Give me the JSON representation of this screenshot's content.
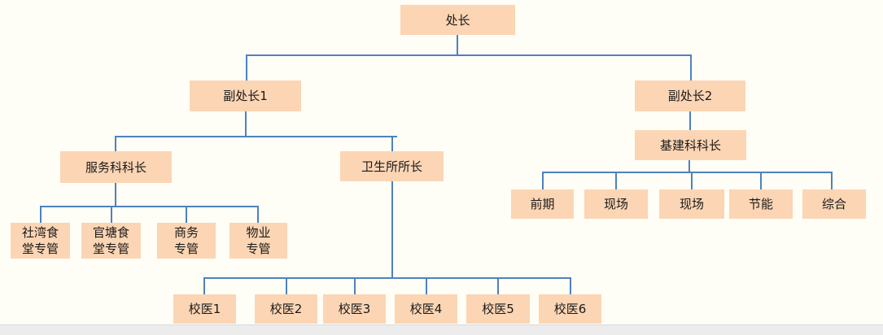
{
  "window": {
    "background_color": "#FFFEF6",
    "bottom_bar_color": "#ECECEC"
  },
  "colors": {
    "node_fill": "#FCD5B4",
    "connector_line": "#4F81BD",
    "text": "#1A1A1A"
  },
  "org_chart": {
    "type": "org-hierarchy",
    "nodes": {
      "director": {
        "label": "处长",
        "parent": null
      },
      "deputy-1": {
        "label": "副处长1",
        "parent": "director"
      },
      "deputy-2": {
        "label": "副处长2",
        "parent": "director"
      },
      "service-section-chief": {
        "label": "服务科科长",
        "parent": "deputy-1"
      },
      "health-clinic-head": {
        "label": "卫生所所长",
        "parent": "deputy-1"
      },
      "infrastructure-section-chief": {
        "label": "基建科科长",
        "parent": "deputy-2"
      },
      "shewan-canteen-manager": {
        "label": "社湾食\n堂专管",
        "full_label": "社湾食堂专管",
        "parent": "service-section-chief"
      },
      "guantang-canteen-manager": {
        "label": "官塘食\n堂专管",
        "full_label": "官塘食堂专管",
        "parent": "service-section-chief"
      },
      "business-manager": {
        "label": "商务\n专管",
        "full_label": "商务专管",
        "parent": "service-section-chief"
      },
      "property-manager": {
        "label": "物业\n专管",
        "full_label": "物业专管",
        "parent": "service-section-chief"
      },
      "early-stage": {
        "label": "前期",
        "parent": "infrastructure-section-chief"
      },
      "site-1": {
        "label": "现场",
        "parent": "infrastructure-section-chief"
      },
      "site-2": {
        "label": "现场",
        "parent": "infrastructure-section-chief"
      },
      "energy-saving": {
        "label": "节能",
        "parent": "infrastructure-section-chief"
      },
      "general-affairs": {
        "label": "综合",
        "parent": "infrastructure-section-chief"
      },
      "school-doctor-1": {
        "label": "校医1",
        "parent": "health-clinic-head"
      },
      "school-doctor-2": {
        "label": "校医2",
        "parent": "health-clinic-head"
      },
      "school-doctor-3": {
        "label": "校医3",
        "parent": "health-clinic-head"
      },
      "school-doctor-4": {
        "label": "校医4",
        "parent": "health-clinic-head"
      },
      "school-doctor-5": {
        "label": "校医5",
        "parent": "health-clinic-head"
      },
      "school-doctor-6": {
        "label": "校医6",
        "parent": "health-clinic-head"
      }
    }
  }
}
